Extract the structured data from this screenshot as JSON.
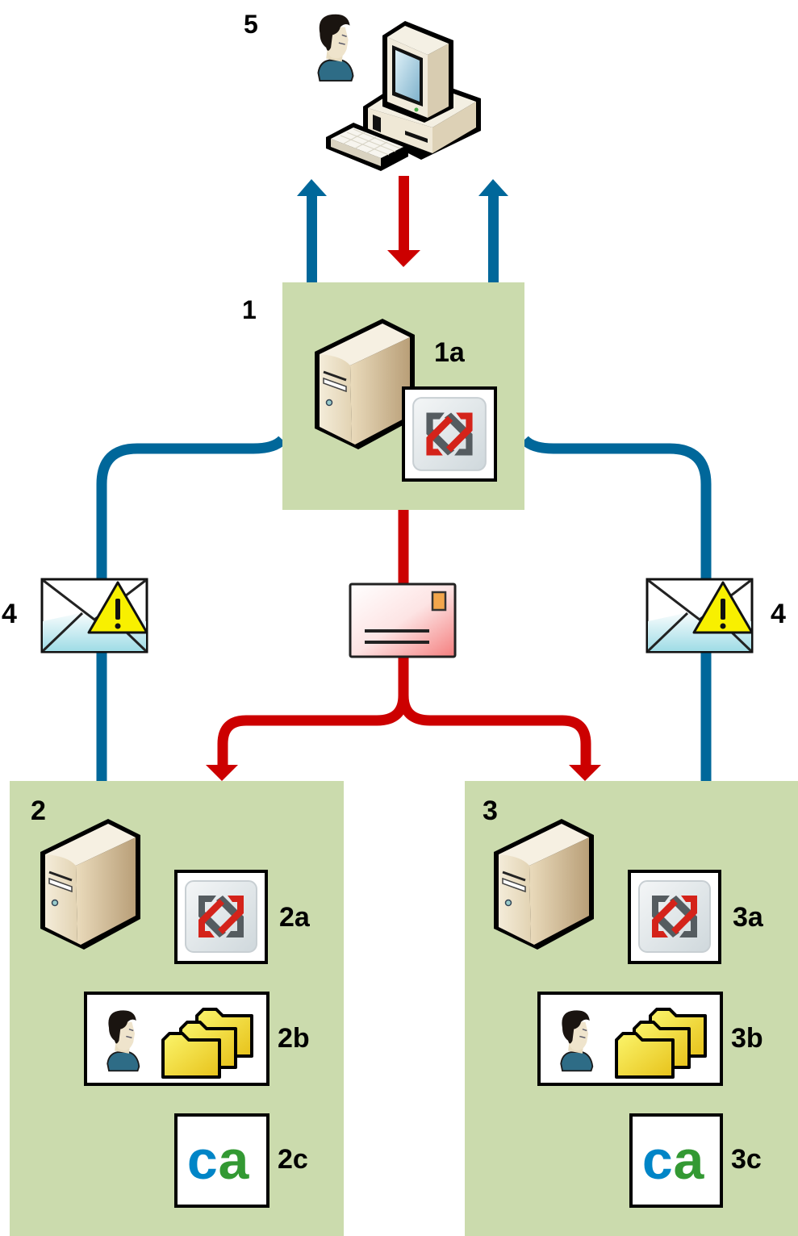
{
  "diagram": {
    "title": "",
    "colors": {
      "zone_fill": "#cbdbad",
      "blue_flow": "#00679a",
      "red_flow": "#cc0000",
      "ca_blue": "#0085c7",
      "ca_green": "#339933",
      "folder_yellow": "#f2e04a"
    },
    "nodes": {
      "client": {
        "label": "5",
        "icons": [
          "user-icon",
          "desktop-computer-icon"
        ]
      },
      "server1": {
        "label": "1",
        "sublabel": "1a",
        "icons": [
          "server-tower-icon",
          "exchange-logo-icon"
        ]
      },
      "server2": {
        "label": "2",
        "items": [
          {
            "label": "2a",
            "icon": "exchange-logo-icon"
          },
          {
            "label": "2b",
            "icon": "user-folders-icon"
          },
          {
            "label": "2c",
            "icon": "ca-logo-icon",
            "logo_text": "ca"
          }
        ]
      },
      "server3": {
        "label": "3",
        "items": [
          {
            "label": "3a",
            "icon": "exchange-logo-icon"
          },
          {
            "label": "3b",
            "icon": "user-folders-icon"
          },
          {
            "label": "3c",
            "icon": "ca-logo-icon",
            "logo_text": "ca"
          }
        ]
      },
      "alerts": [
        {
          "label": "4",
          "icon": "mail-warning-icon",
          "side": "left"
        },
        {
          "label": "4",
          "icon": "mail-warning-icon",
          "side": "right"
        }
      ],
      "message": {
        "icon": "mail-envelope-icon"
      }
    },
    "edges": [
      {
        "from": "client",
        "to": "server1",
        "color": "red",
        "direction": "down"
      },
      {
        "from": "server1",
        "to": "client",
        "color": "blue",
        "direction": "up",
        "count": 2
      },
      {
        "from": "server1",
        "to": "server2",
        "color": "red",
        "via": "message"
      },
      {
        "from": "server1",
        "to": "server3",
        "color": "red",
        "via": "message"
      },
      {
        "from": "server2",
        "to": "server1",
        "color": "blue",
        "via": "alert-left"
      },
      {
        "from": "server3",
        "to": "server1",
        "color": "blue",
        "via": "alert-right"
      }
    ]
  }
}
